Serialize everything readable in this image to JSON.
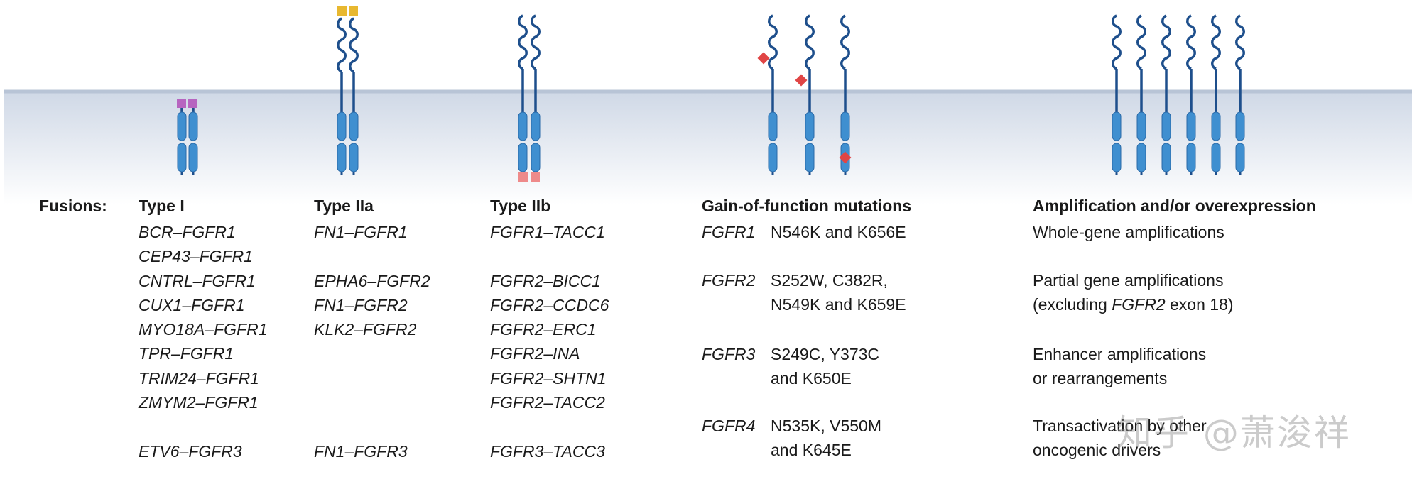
{
  "labels": {
    "fusions": "Fusions:",
    "type1": "Type  I",
    "type2a": "Type IIa",
    "type2b": "Type  IIb",
    "gof": "Gain-of-function mutations",
    "amp": "Amplification and/or overexpression"
  },
  "type1": [
    "BCR–FGFR1",
    "CEP43–FGFR1",
    "CNTRL–FGFR1",
    "CUX1–FGFR1",
    "MYO18A–FGFR1",
    "TPR–FGFR1",
    "TRIM24–FGFR1",
    "ZMYM2–FGFR1",
    "",
    "ETV6–FGFR3"
  ],
  "type2a": [
    "FN1–FGFR1",
    "",
    "EPHA6–FGFR2",
    "FN1–FGFR2",
    "KLK2–FGFR2",
    "",
    "",
    "",
    "",
    "FN1–FGFR3"
  ],
  "type2b": [
    "FGFR1–TACC1",
    "",
    "FGFR2–BICC1",
    "FGFR2–CCDC6",
    "FGFR2–ERC1",
    "FGFR2–INA",
    "FGFR2–SHTN1",
    "FGFR2–TACC2",
    "",
    "FGFR3–TACC3"
  ],
  "mutations": [
    {
      "gene": "FGFR1",
      "lines": [
        "N546K  and  K656E"
      ]
    },
    {
      "gene": "FGFR2",
      "lines": [
        "S252W, C382R,",
        "N549K  and  K659E"
      ]
    },
    {
      "gene": "FGFR3",
      "lines": [
        "S249C, Y373C",
        "and K650E"
      ]
    },
    {
      "gene": "FGFR4",
      "lines": [
        "N535K, V550M",
        "and K645E"
      ]
    }
  ],
  "amplification": {
    "whole": [
      "Whole-gene amplifications"
    ],
    "partial_1": "Partial gene amplifications",
    "partial_2_pre": "(excluding ",
    "partial_2_gene": "FGFR2",
    "partial_2_post": " exon 18)",
    "enhancer": [
      "Enhancer amplifications",
      "or rearrangements"
    ],
    "transact": [
      "Transactivation by other",
      "oncogenic drivers"
    ]
  },
  "watermark": "知乎 @萧浚祥",
  "colors": {
    "membrane_line": "#b8c4d6",
    "receptor_stalk": "#1e4f8c",
    "domain_fill": "#3f8fd0",
    "domain_stroke": "#2a6aa8",
    "ligand_yellow": "#e8b830",
    "partner_purple": "#b765c0",
    "kinase_pink": "#ee8a8a",
    "mutation_red": "#e04545"
  }
}
